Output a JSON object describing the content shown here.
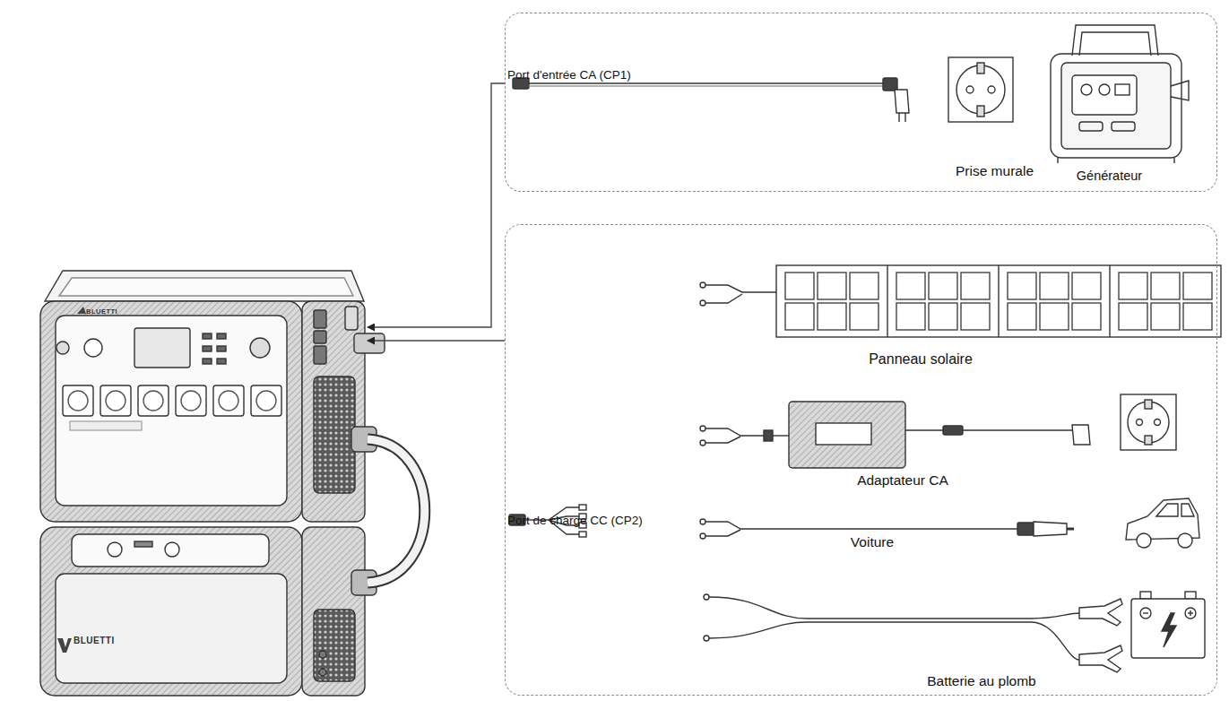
{
  "diagram": {
    "nodes": [
      {
        "text": [
          "Port d'entrée CA (CP1)"
        ]
      },
      {
        "text": [
          "Prise murale"
        ],
        "in": 0
      },
      {
        "text": [
          "Générateur"
        ],
        "in": 0
      },
      {
        "text": [
          "Port de charge CC (CP2)"
        ]
      },
      {
        "text": [
          "Panneau solaire"
        ],
        "in": 3
      },
      {
        "text": [
          "Adaptateur CA"
        ],
        "in": 3
      },
      {
        "text": [
          "Voiture"
        ],
        "in": 3
      },
      {
        "text": [
          "Batterie au plomb"
        ],
        "in": 3
      },
      {
        "text": [
          "BLUETTI"
        ]
      },
      {
        "text": [
          "BLUETTI"
        ]
      }
    ],
    "edges": [
      {
        "from": 0,
        "to": 8,
        "arrow": "to"
      },
      {
        "from": 3,
        "to": 8,
        "arrow": "to"
      },
      {
        "from": 8,
        "to": 9,
        "arrow": "none"
      }
    ]
  }
}
